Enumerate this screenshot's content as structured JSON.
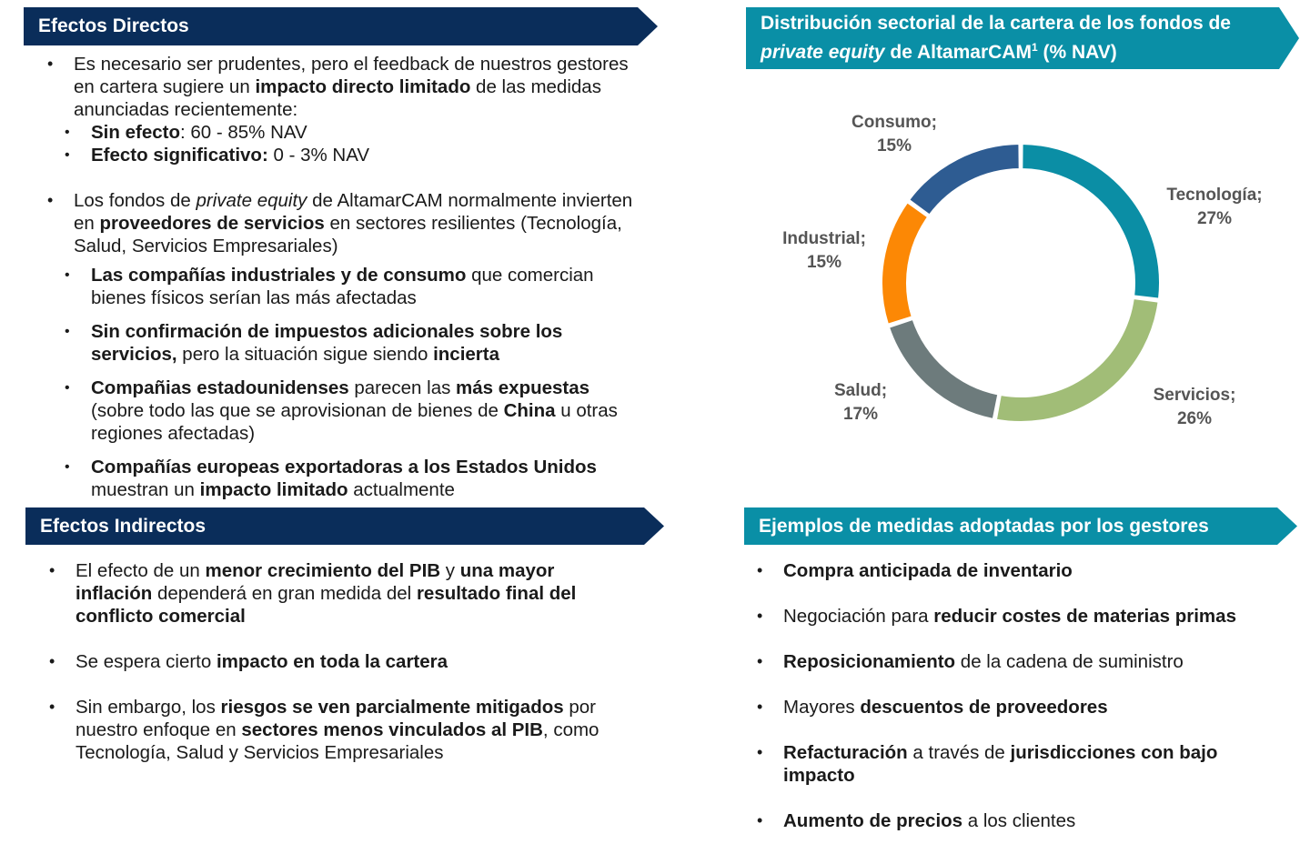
{
  "left_top": {
    "title": "Efectos Directos",
    "items": [
      {
        "segments": [
          {
            "t": "Es necesario ser prudentes, pero el feedback de nuestros gestores en cartera sugiere un ",
            "s": "n"
          },
          {
            "t": "impacto directo limitado",
            "s": "b"
          },
          {
            "t": " de las medidas anunciadas recientemente:",
            "s": "n"
          }
        ],
        "sub": [
          [
            {
              "t": "Sin efecto",
              "s": "b"
            },
            {
              "t": ": 60 - 85% NAV",
              "s": "n"
            }
          ],
          [
            {
              "t": "Efecto significativo:",
              "s": "b"
            },
            {
              "t": " 0 - 3% NAV",
              "s": "n"
            }
          ]
        ]
      },
      {
        "segments": [
          {
            "t": "Los fondos de ",
            "s": "n"
          },
          {
            "t": "private equity",
            "s": "i"
          },
          {
            "t": " de AltamarCAM normalmente invierten en ",
            "s": "n"
          },
          {
            "t": "proveedores de servicios",
            "s": "b"
          },
          {
            "t": " en sectores resilientes (Tecnología, Salud, Servicios Empresariales)",
            "s": "n"
          }
        ],
        "sub": [
          [
            {
              "t": "Las compañías industriales y de consumo",
              "s": "b"
            },
            {
              "t": " que comercian bienes físicos serían las más afectadas",
              "s": "n"
            }
          ],
          [
            {
              "t": "Sin confirmación de impuestos adicionales sobre los servicios,",
              "s": "b"
            },
            {
              "t": " pero la situación sigue siendo ",
              "s": "n"
            },
            {
              "t": "incierta",
              "s": "b"
            }
          ],
          [
            {
              "t": "Compañias estadounidenses",
              "s": "b"
            },
            {
              "t": " parecen las ",
              "s": "n"
            },
            {
              "t": "más expuestas",
              "s": "b"
            },
            {
              "t": " (sobre todo las que se aprovisionan de bienes de ",
              "s": "n"
            },
            {
              "t": "China",
              "s": "b"
            },
            {
              "t": " u otras regiones afectadas)",
              "s": "n"
            }
          ],
          [
            {
              "t": "Compañías europeas exportadoras a los Estados Unidos",
              "s": "b"
            },
            {
              "t": " muestran un ",
              "s": "n"
            },
            {
              "t": "impacto limitado",
              "s": "b"
            },
            {
              "t": " actualmente",
              "s": "n"
            }
          ]
        ]
      }
    ]
  },
  "left_bottom": {
    "title": "Efectos Indirectos",
    "items": [
      [
        {
          "t": "El efecto de un ",
          "s": "n"
        },
        {
          "t": "menor crecimiento del PIB",
          "s": "b"
        },
        {
          "t": " y ",
          "s": "n"
        },
        {
          "t": "una mayor inflación",
          "s": "b"
        },
        {
          "t": " dependerá en gran medida del ",
          "s": "n"
        },
        {
          "t": "resultado final del conflicto comercial",
          "s": "b"
        }
      ],
      [
        {
          "t": "Se espera cierto ",
          "s": "n"
        },
        {
          "t": "impacto en toda la cartera",
          "s": "b"
        }
      ],
      [
        {
          "t": "Sin embargo, los ",
          "s": "n"
        },
        {
          "t": "riesgos se ven parcialmente mitigados",
          "s": "b"
        },
        {
          "t": " por nuestro enfoque en ",
          "s": "n"
        },
        {
          "t": "sectores menos vinculados al PIB",
          "s": "b"
        },
        {
          "t": ", como Tecnología, Salud y Servicios Empresariales",
          "s": "n"
        }
      ]
    ]
  },
  "right_top": {
    "title_line1": "Distribución sectorial de la cartera de los fondos de",
    "title_line2_italic": "private equity",
    "title_line2_rest": " de AltamarCAM",
    "title_superscript": "1",
    "title_line2_end": " (% NAV)"
  },
  "right_bottom": {
    "title": "Ejemplos de medidas adoptadas por los gestores",
    "items": [
      [
        {
          "t": "Compra anticipada de inventario",
          "s": "b"
        }
      ],
      [
        {
          "t": "Negociación para ",
          "s": "n"
        },
        {
          "t": "reducir costes de materias primas",
          "s": "b"
        }
      ],
      [
        {
          "t": "Reposicionamiento",
          "s": "b"
        },
        {
          "t": " de la cadena de suministro",
          "s": "n"
        }
      ],
      [
        {
          "t": "Mayores ",
          "s": "n"
        },
        {
          "t": "descuentos de proveedores",
          "s": "b"
        }
      ],
      [
        {
          "t": "Refacturación",
          "s": "b"
        },
        {
          "t": " a través de ",
          "s": "n"
        },
        {
          "t": "jurisdicciones con bajo impacto",
          "s": "b"
        }
      ],
      [
        {
          "t": "Aumento de precios",
          "s": "b"
        },
        {
          "t": " a los clientes",
          "s": "n"
        }
      ]
    ]
  },
  "colors": {
    "navy": "#0a2d5a",
    "teal": "#0a8fa6"
  },
  "chart_data": {
    "type": "pie",
    "subtype": "donut",
    "title": "",
    "categories": [
      "Tecnología",
      "Servicios",
      "Salud",
      "Industrial",
      "Consumo"
    ],
    "values": [
      27,
      26,
      17,
      15,
      15
    ],
    "unit": "%",
    "labels": [
      {
        "name": "Tecnología;",
        "value": "27%"
      },
      {
        "name": "Servicios;",
        "value": "26%"
      },
      {
        "name": "Salud;",
        "value": "17%"
      },
      {
        "name": "Industrial;",
        "value": "15%"
      },
      {
        "name": "Consumo;",
        "value": "15%"
      }
    ],
    "colors": [
      "#0b8ea5",
      "#a1bd77",
      "#6d7b7c",
      "#fc8805",
      "#2e5c92"
    ]
  }
}
